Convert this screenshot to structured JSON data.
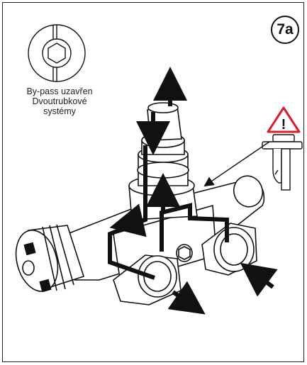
{
  "step_label": "7a",
  "caption": {
    "line1": "By-pass uzavřen",
    "line2": "Dvoutrubkové",
    "line3": "systémy"
  },
  "warning_symbol": "!",
  "colors": {
    "ink": "#111111",
    "warning_red": "#d81e2a"
  },
  "icons": [
    "bypass-valve-closed-icon",
    "warning-triangle-icon",
    "valve-insert-icon"
  ]
}
